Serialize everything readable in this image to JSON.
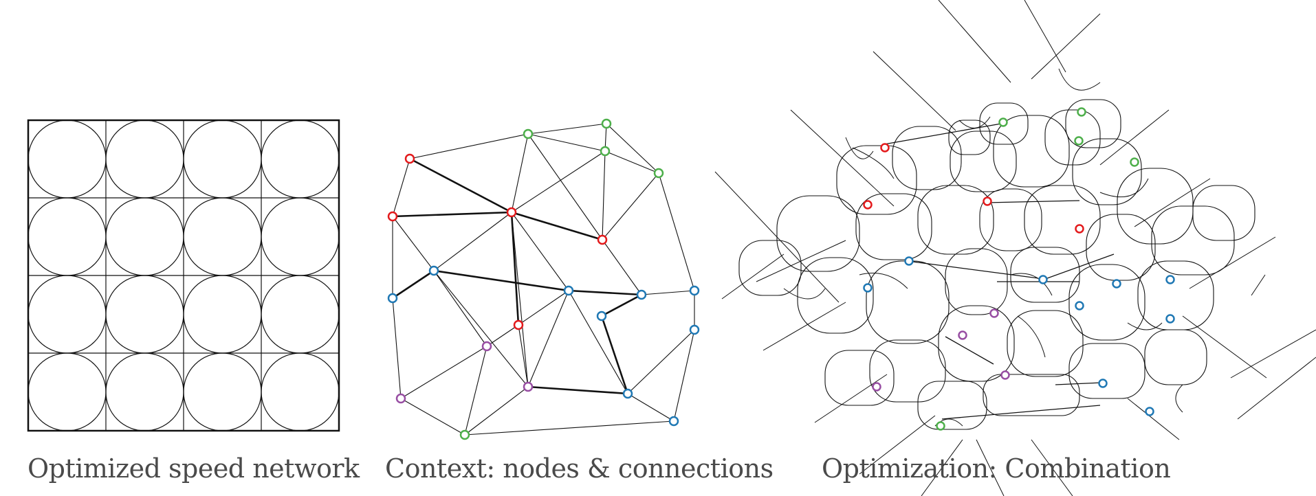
{
  "captions": {
    "panel1": "Optimized speed network",
    "panel2": "Context: nodes & connections",
    "panel3": "Optimization: Combination"
  },
  "colors": {
    "red": "#e31a1c",
    "green": "#4daf4a",
    "blue": "#1f78b4",
    "purple": "#984ea3",
    "ink": "#111111"
  },
  "node_groups": [
    "red",
    "green",
    "blue",
    "purple"
  ]
}
